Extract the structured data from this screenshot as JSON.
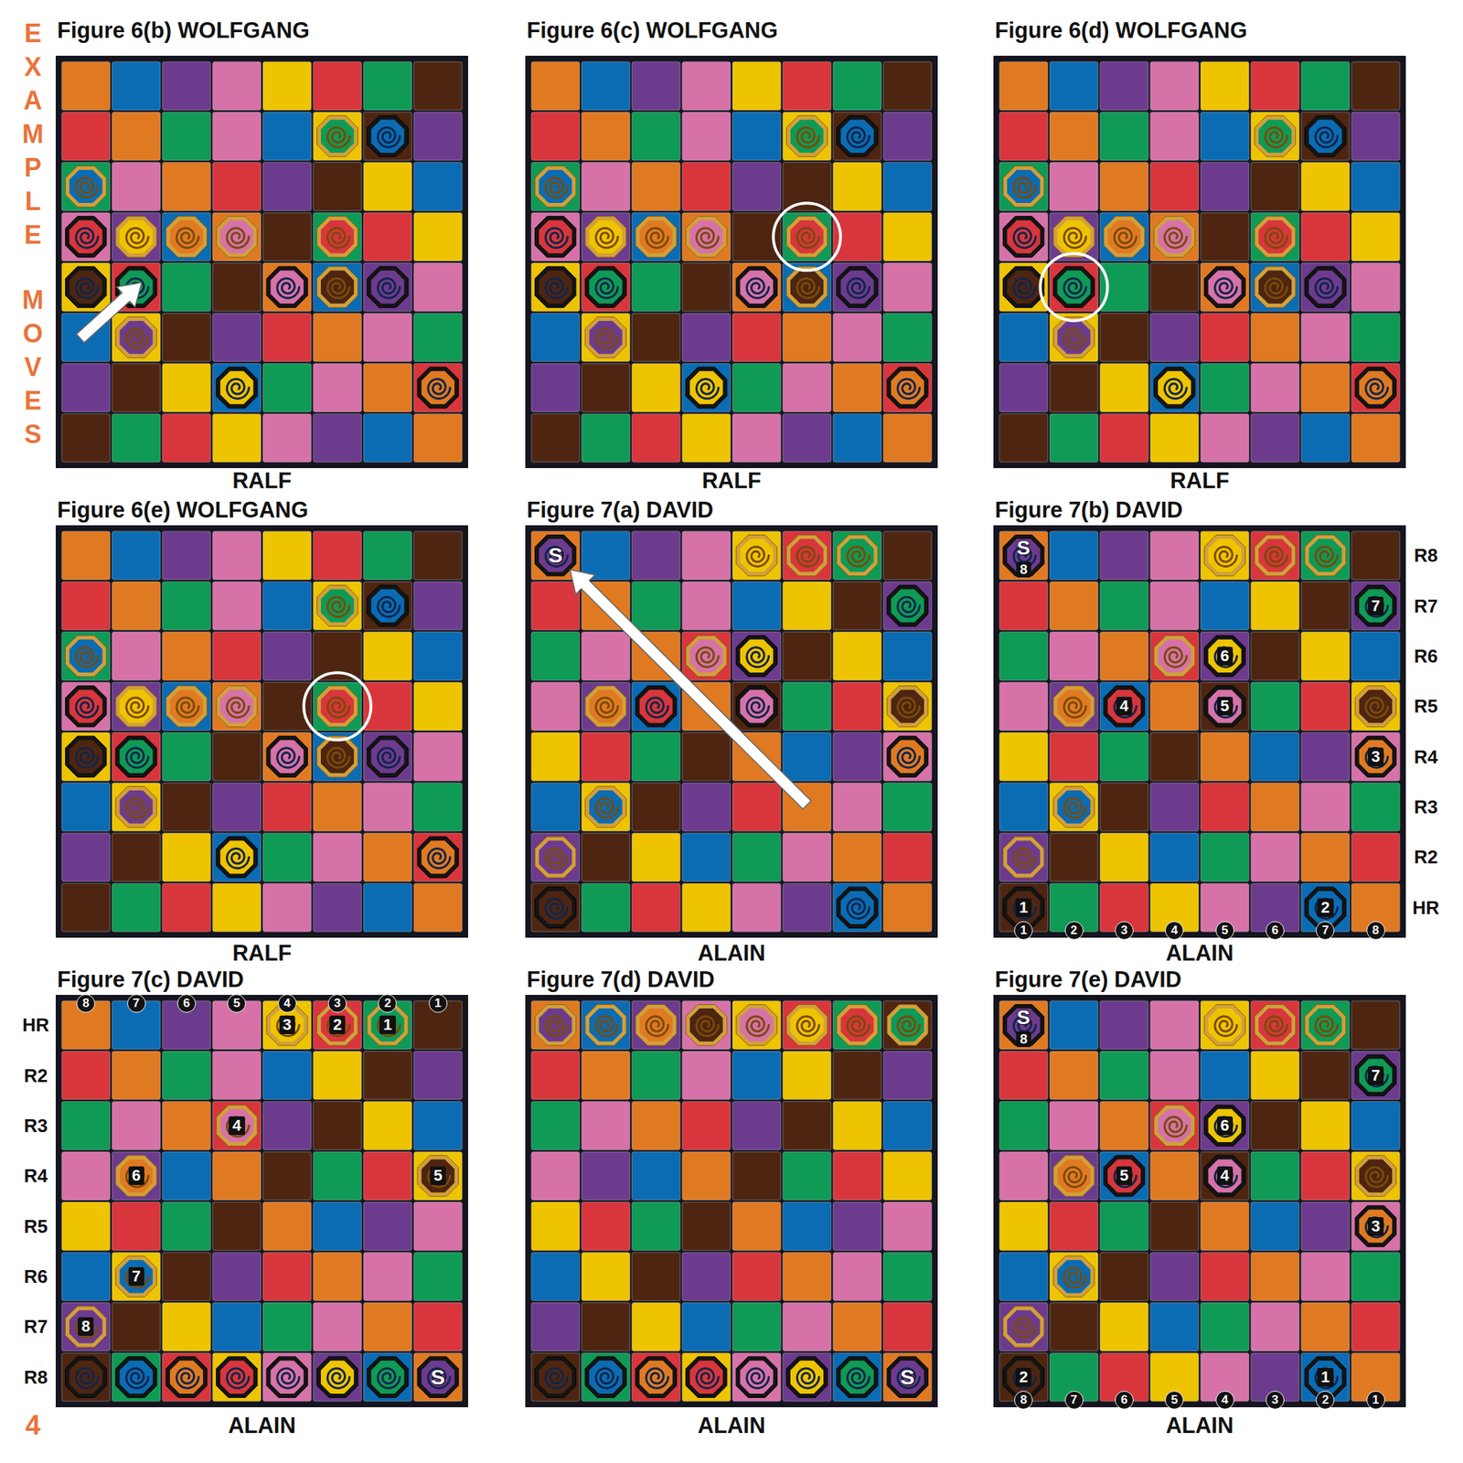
{
  "diagram": {
    "nodes": [
      {
        "text": [
          "Figure 6(b) WOLFGANG",
          "RALF"
        ]
      },
      {
        "text": [
          "Figure 6(c) WOLFGANG",
          "RALF"
        ]
      },
      {
        "text": [
          "Figure 6(d) WOLFGANG",
          "RALF"
        ]
      },
      {
        "text": [
          "Figure 6(e) WOLFGANG",
          "RALF"
        ]
      },
      {
        "text": [
          "Figure 7(a) DAVID",
          "ALAIN"
        ]
      },
      {
        "text": [
          "Figure 7(b) DAVID",
          "ALAIN"
        ]
      },
      {
        "text": [
          "Figure 7(c) DAVID",
          "ALAIN"
        ]
      },
      {
        "text": [
          "Figure 7(d) DAVID",
          "ALAIN"
        ]
      },
      {
        "text": [
          "Figure 7(e) DAVID",
          "ALAIN"
        ]
      }
    ],
    "labels": [
      "EXAMPLE",
      "MOVES",
      "S",
      "S",
      "8",
      "7",
      "6",
      "4",
      "5",
      "3",
      "1",
      "2",
      "R8",
      "R7",
      "R6",
      "R5",
      "R4",
      "R3",
      "R2",
      "HR",
      "1",
      "2",
      "3",
      "4",
      "5",
      "6",
      "7",
      "8",
      "8",
      "7",
      "6",
      "5",
      "4",
      "3",
      "2",
      "1",
      "HR",
      "R2",
      "R3",
      "R4",
      "R5",
      "R6",
      "R7",
      "R8",
      "3",
      "2",
      "1",
      "4",
      "6",
      "5",
      "7",
      "8",
      "S",
      "S",
      "S",
      "8",
      "7",
      "6",
      "5",
      "4",
      "3",
      "2",
      "1",
      "8",
      "7",
      "6",
      "5",
      "4",
      "3",
      "2",
      "1",
      "4"
    ]
  }
}
